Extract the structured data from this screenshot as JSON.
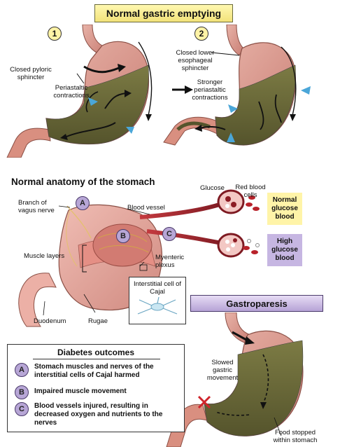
{
  "normal_emptying": {
    "title": "Normal gastric emptying",
    "step1": "1",
    "step2": "2",
    "closed_pyloric_sphincter": "Closed pyloric sphincter",
    "peristaltic_contractions": "Periastaltic contractions",
    "closed_lower_esophageal": "Closed lower esophageal sphincter",
    "stronger_peristaltic": "Stronger periastaltic contractions"
  },
  "anatomy": {
    "title": "Normal anatomy of the stomach",
    "branch_vagus": "Branch of vagus nerve",
    "blood_vessel": "Blood vessel",
    "glucose": "Glucose",
    "red_blood_cells": "Red blood cells",
    "normal_glucose": "Normal glucose blood",
    "high_glucose": "High glucose blood",
    "muscle_layers": "Muscle layers",
    "myenteric_plexus": "Myenteric plexus",
    "interstitial_cell": "Interstitial cell of Cajal",
    "duodenum": "Duodenum",
    "rugae": "Rugae",
    "marker_a": "A",
    "marker_b": "B",
    "marker_c": "C"
  },
  "gastroparesis": {
    "title": "Gastroparesis",
    "slowed_movement": "Slowed gastric movement",
    "food_stopped": "Food stopped within stomach"
  },
  "outcomes": {
    "title": "Diabetes outcomes",
    "items": [
      {
        "letter": "A",
        "text": "Stomach muscles and nerves of the interstitial cells of Cajal harmed"
      },
      {
        "letter": "B",
        "text": "Impaired muscle movement"
      },
      {
        "letter": "C",
        "text": "Blood vessels injured, resulting in decreased oxygen and nutrients to the nerves"
      }
    ]
  },
  "colors": {
    "stomach_pink": "#d9988f",
    "stomach_food": "#6b6a3c",
    "intestine": "#d98f80",
    "vessel_red": "#a8202a",
    "glucose_normal_bg": "#fff4a8",
    "glucose_high_bg": "#c6b6e2",
    "arrow_blue": "#4aa6d8",
    "letter_purple": "#b7a6d6"
  }
}
